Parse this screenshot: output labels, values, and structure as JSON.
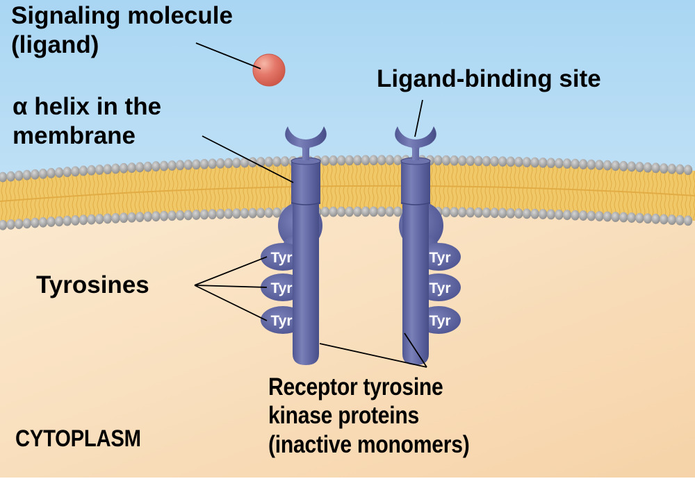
{
  "diagram": {
    "title": "Receptor tyrosine kinase structure (inactive)",
    "regions": {
      "extracellular_color": "#bfe0f5",
      "cytoplasm_color": "#f8dcb4",
      "cytoplasm_label": "CYTOPLASM"
    },
    "labels": {
      "signaling_molecule": [
        "Signaling molecule",
        "(ligand)"
      ],
      "alpha_helix": [
        "α helix in the",
        "membrane"
      ],
      "ligand_binding_site": "Ligand-binding site",
      "tyrosines": "Tyrosines",
      "receptor_proteins": [
        "Receptor tyrosine",
        "kinase proteins",
        "(inactive monomers)"
      ]
    },
    "receptors": [
      {
        "name": "left-receptor",
        "tyrosines": [
          "Tyr",
          "Tyr",
          "Tyr"
        ]
      },
      {
        "name": "right-receptor",
        "tyrosines": [
          "Tyr",
          "Tyr",
          "Tyr"
        ]
      }
    ],
    "colors": {
      "protein": "#5d64a0",
      "protein_light": "#8a90c4",
      "ligand": "#e0705e",
      "membrane_tails": "#f0c45e",
      "membrane_heads": "#9a9a9a"
    }
  }
}
